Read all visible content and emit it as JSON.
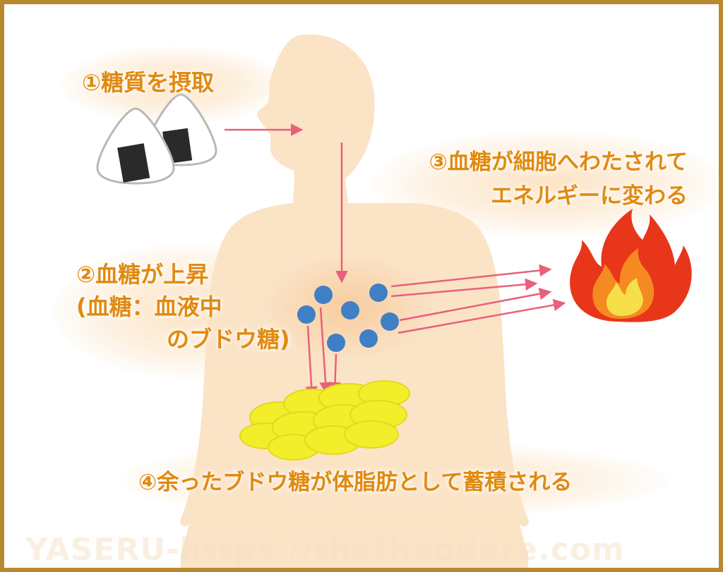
{
  "steps": {
    "step1": "①糖質を摂取",
    "step2": {
      "line1": "②血糖が上昇",
      "line2": "(血糖：血液中",
      "line3": "のブドウ糖)"
    },
    "step3": {
      "line1": "③血糖が細胞へわたされて",
      "line2": "エネルギーに変わる"
    },
    "step4": "④余ったブドウ糖が体脂肪として蓄積される"
  },
  "watermark": "YASERU-https://thetheodore.com",
  "colors": {
    "frame": "#b8892e",
    "label_text": "#e08a10",
    "body_silhouette": "#fbe3c6",
    "arrow": "#e8607a",
    "glucose_dot": "#3f7fc4",
    "fat_blob": "#f2ee2a",
    "flame_outer": "#e8361a",
    "flame_inner": "#f6c42c"
  },
  "icons": {
    "rice_ball": "onigiri-icon",
    "fire": "flame-icon",
    "glucose": "glucose-dot",
    "fat": "fat-cell"
  }
}
